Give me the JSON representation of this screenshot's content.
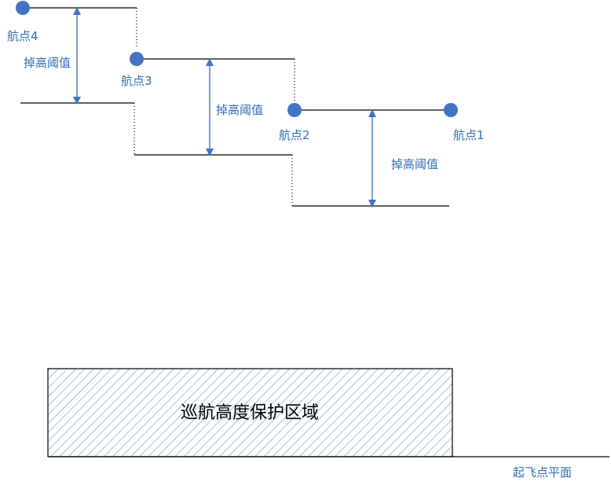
{
  "waypoints": [
    {
      "label": "航点1"
    },
    {
      "label": "航点2"
    },
    {
      "label": "航点3"
    },
    {
      "label": "航点4"
    }
  ],
  "drop_threshold_label": "掉高阈值",
  "protection_zone_label": "巡航高度保护区域",
  "takeoff_plane_label": "起飞点平面",
  "colors": {
    "waypoint": "#4472c4",
    "arrow": "#4472c4",
    "label": "#2f6db5",
    "line": "#000000",
    "hatch": "#5b9bd5"
  }
}
